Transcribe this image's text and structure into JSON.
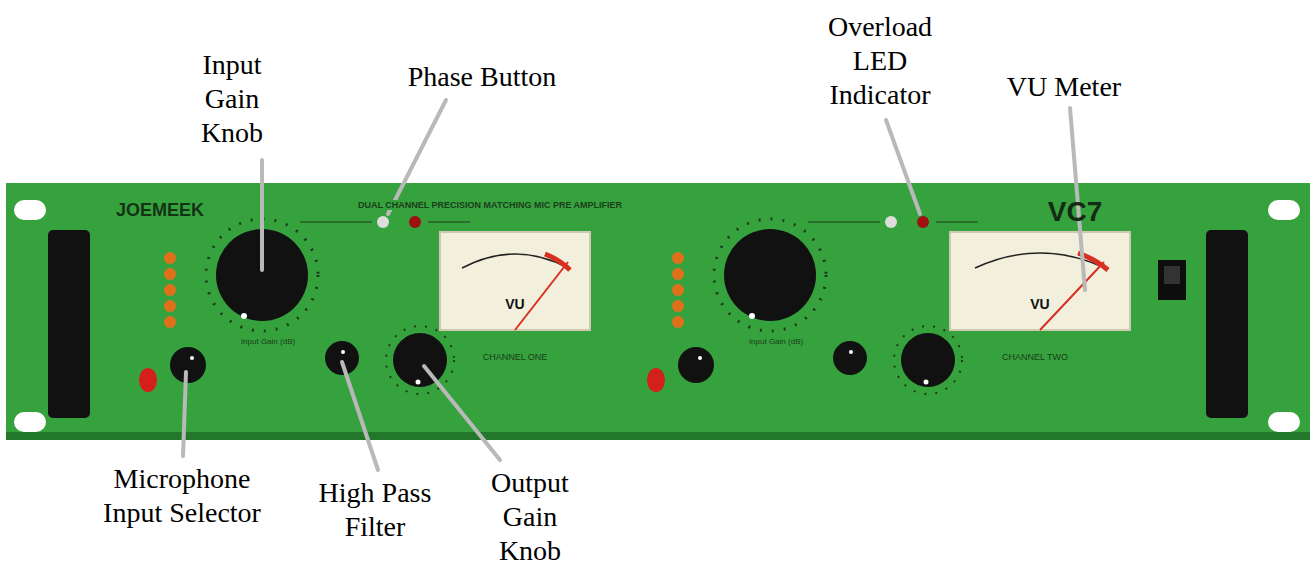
{
  "diagram": {
    "labels": [
      "Input Gain Knob",
      "Phase Button",
      "Overload LED Indicator",
      "VU Meter",
      "JOEMEEK",
      "DUAL CHANNEL PRECISION MATCHING MIC PRE AMPLIFIER",
      "VC7",
      "VU",
      "Input Gain (dB)",
      "CHANNEL ONE",
      "VU",
      "Input Gain (dB)",
      "CHANNEL TWO",
      "Microphone Input Selector",
      "High Pass Filter",
      "Output Gain Knob"
    ]
  }
}
